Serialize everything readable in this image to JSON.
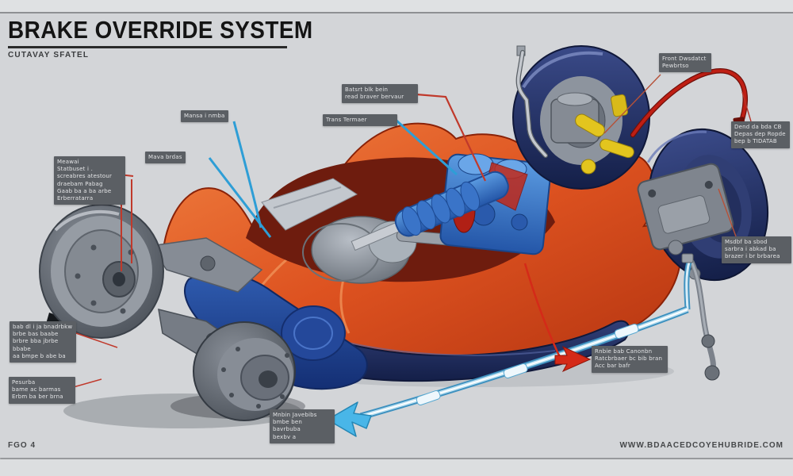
{
  "header": {
    "title": "BRAKE OVERRIDE SYSTEM",
    "subtitle": "CUTAVAY SFATEL"
  },
  "footer": {
    "figure": "FGO 4",
    "website": "WWW.BDAACEDCOYEHUBRIDE.COM"
  },
  "colors": {
    "background": "#d3d5d8",
    "label_bg": "#5b5f64",
    "accent_red": "#d42a18",
    "accent_blue": "#2e9ed6",
    "body_orange": "#d4491b",
    "chassis_navy": "#253468",
    "engine_blue": "#3a74c8",
    "metal_gray": "#8b929b",
    "brake_line_blue": "#7ec8e8",
    "spring_yellow": "#e3c51e"
  },
  "callouts": {
    "upper_left_block": {
      "lines": [
        "Meawai",
        "Statbuset i .",
        "screabres atestour",
        "draebam Pabag",
        "Gaab ba a ba arbe",
        "Erberratarra"
      ]
    },
    "hood_left_small": {
      "lines": [
        "Mansa i nmba"
      ]
    },
    "hood_left_lower": {
      "lines": [
        "Mava brdas"
      ]
    },
    "center_top_small": {
      "lines": [
        "Trans Termaer"
      ]
    },
    "center_top_block": {
      "lines": [
        "Batsrt blk bein",
        "read braver bervaur"
      ]
    },
    "top_right": {
      "lines": [
        "Front Dwsdatct",
        "Pewbrtso"
      ]
    },
    "right_upper": {
      "lines": [
        "Dend da bda CB",
        "Depas dep Ropde",
        "bep b TIDATAB"
      ]
    },
    "right_mid": {
      "lines": [
        "Msdbf ba sbod",
        "sarbra i abkad ba",
        "brazer i br brbarea"
      ]
    },
    "right_arrow_block": {
      "lines": [
        "Rnbie bab Canonbn",
        "Ratcbrbaer bc bib bran",
        "Acc bar bafr"
      ]
    },
    "lower_left_block": {
      "lines": [
        "bab dl i ja bnadrbkw",
        "brbe bas baabe",
        "brbre bba jbrbe bbabe",
        "aa bmpe b abe ba"
      ]
    },
    "lower_left_small": {
      "lines": [
        "Pesurba",
        "bame ac barmas",
        "Erbm ba ber brna"
      ]
    },
    "bottom_center": {
      "lines": [
        "Mnbin Javebibs",
        "bmbe ben bavrbuba",
        "bexbv    a"
      ]
    }
  }
}
